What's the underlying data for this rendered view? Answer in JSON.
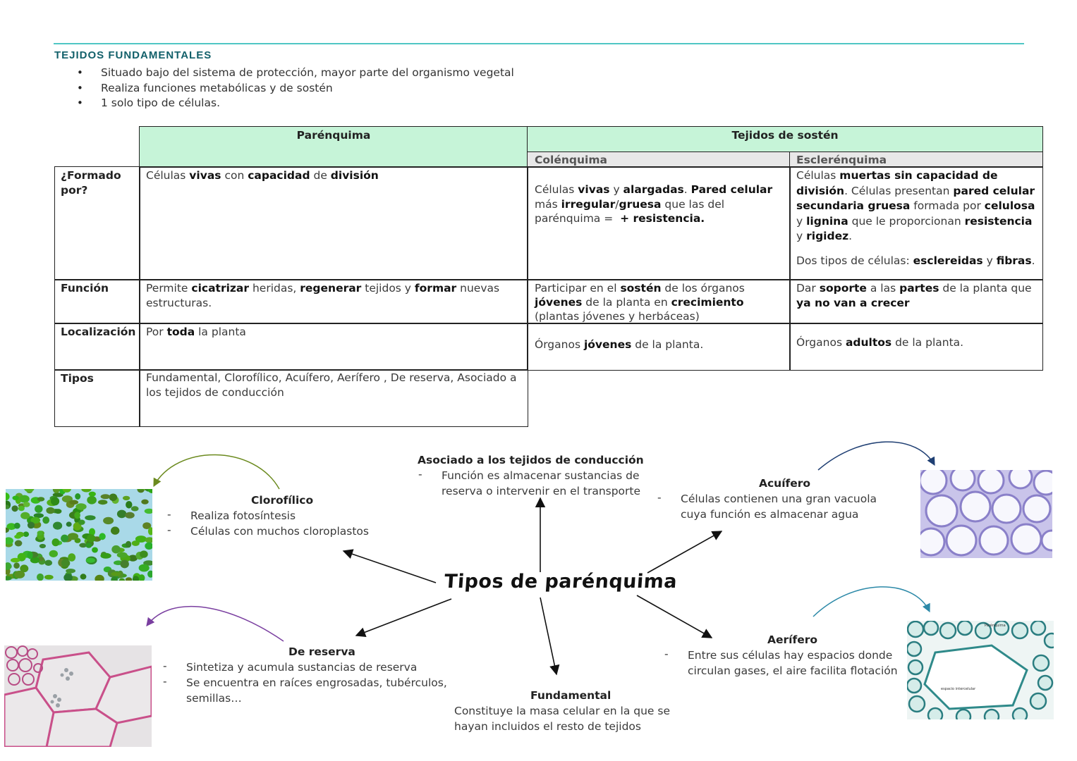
{
  "heading": "TEJIDOS FUNDAMENTALES",
  "bullets": [
    "Situado bajo del sistema de protección, mayor parte del organismo vegetal",
    "Realiza funciones metabólicas y de sostén",
    "1 solo tipo de células."
  ],
  "table": {
    "col_parenquima": "Parénquima",
    "col_sosten": "Tejidos de sostén",
    "col_colenquima": "Colénquima",
    "col_esclerenquima": "Esclerénquima",
    "row_formado": "¿Formado por?",
    "row_funcion": "Función",
    "row_localizacion": "Localización",
    "row_tipos": "Tipos",
    "tipos_text": "Fundamental, Clorofílico, Acuífero, Aerífero , De reserva, Asociado a los tejidos de conducción"
  },
  "map": {
    "center": "Tipos de parénquima",
    "asociado": {
      "title": "Asociado a los tejidos de conducción",
      "items": [
        "Función es almacenar sustancias de reserva o intervenir en el transporte"
      ]
    },
    "clorofilico": {
      "title": "Clorofílico",
      "items": [
        "Realiza fotosíntesis",
        "Células con muchos cloroplastos"
      ]
    },
    "acuifero": {
      "title": "Acuífero",
      "items": [
        "Células contienen una gran vacuola cuya función es almacenar agua"
      ]
    },
    "reserva": {
      "title": "De reserva",
      "items": [
        "Sintetiza y acumula sustancias de reserva",
        "Se encuentra en raíces engrosadas, tubérculos, semillas…"
      ]
    },
    "aerifero": {
      "title": "Aerífero",
      "items": [
        "Entre sus células hay espacios donde circulan gases, el aire facilita flotación"
      ]
    },
    "fundamental": {
      "title": "Fundamental",
      "text": "Constituye la masa celular en la que se hayan incluidos el resto de tejidos"
    }
  },
  "photo_labels": {
    "aerifero_1": "Parénquima",
    "aerifero_2": "espacio intercelular"
  },
  "colors": {
    "accent_rule": "#4fc6c4",
    "heading": "#12606a",
    "header_green": "#c6f4d8",
    "header_grey": "#e8e8e8"
  }
}
